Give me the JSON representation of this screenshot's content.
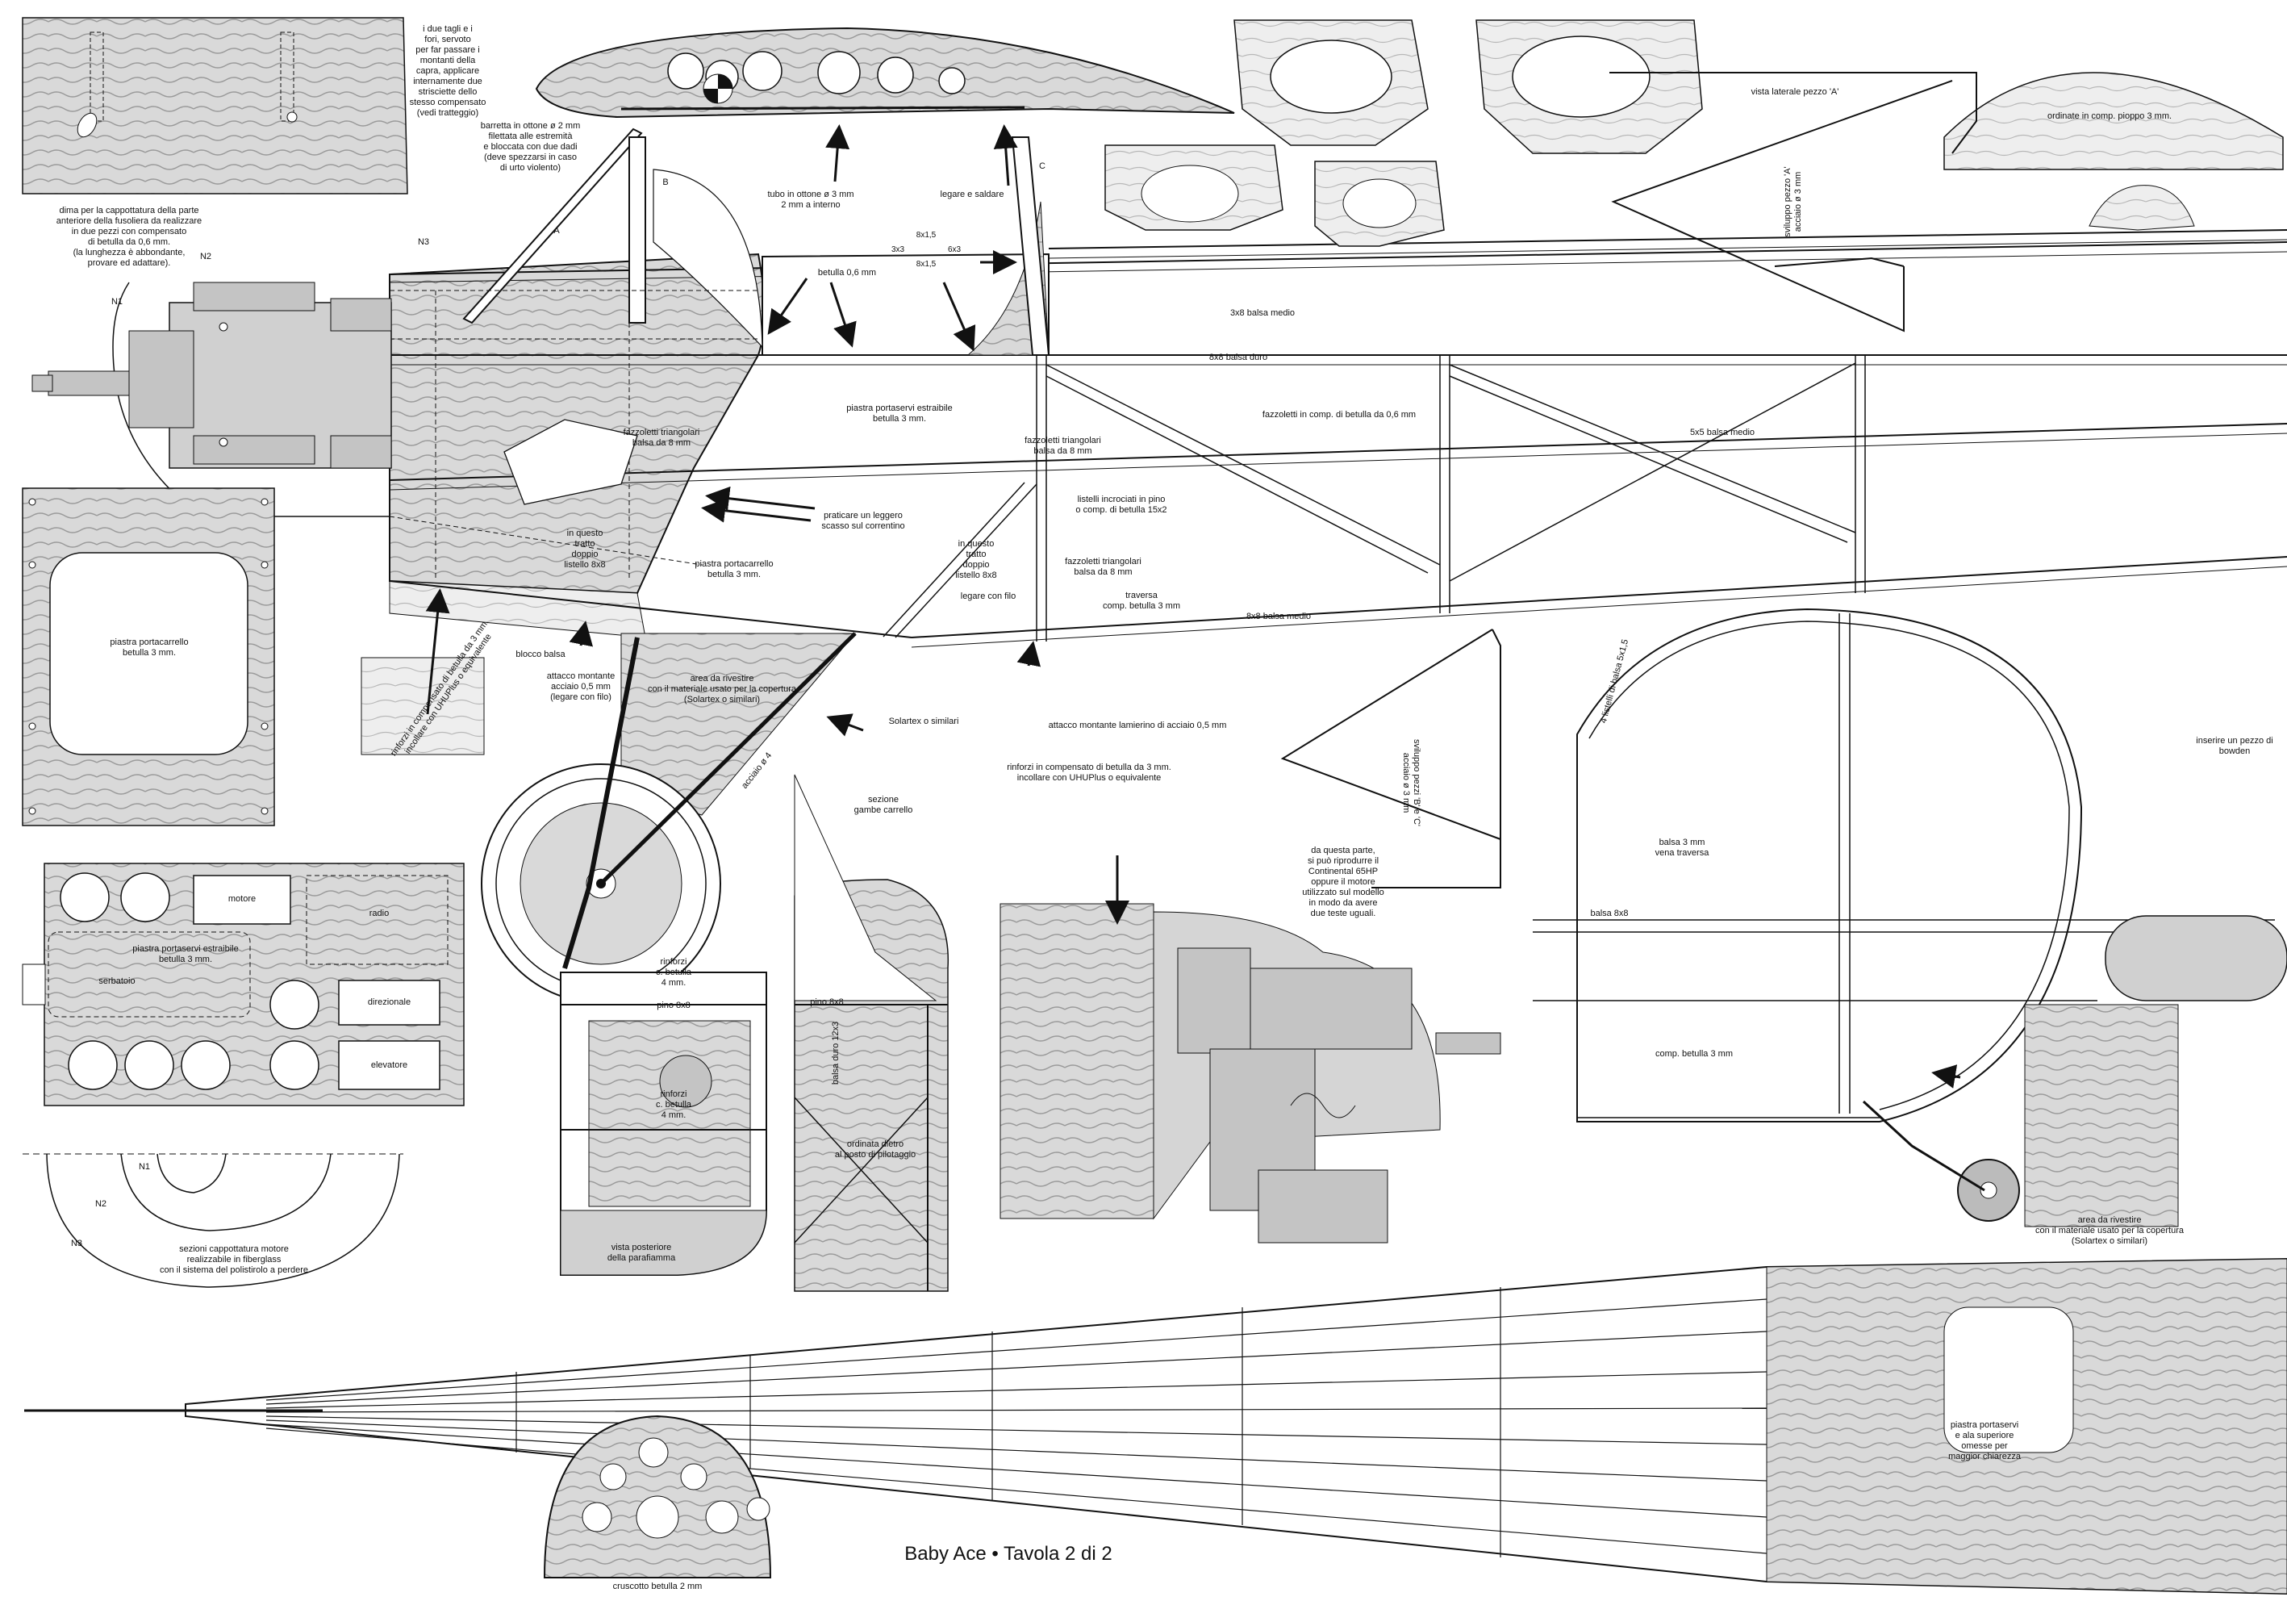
{
  "sheet": {
    "title": "Baby Ace • Tavola 2 di 2"
  },
  "labels": {
    "due_tagli": "i due tagli e i\nfori, servoto\nper far passare i\nmontanti della\ncapra, applicare\ninternamente due\nstrisciette dello\nstesso compensato\n(vedi tratteggio)",
    "dima": "dima per la cappottatura della parte\nanteriore della fusoliera da realizzare\nin due pezzi con compensato\ndi betulla da 0,6 mm.\n(la lunghezza è abbondante,\nprovare ed adattare).",
    "barretta": "barretta in ottone ø 2 mm\nfilettata alle estremità\ne bloccata con due dadi\n(deve spezzarsi in caso\ndi urto violento)",
    "tubo_ottone": "tubo in ottone ø 3 mm\n2 mm a interno",
    "legare_saldare": "legare e saldare",
    "betulla_06": "betulla 0,6 mm",
    "dim_8x15_top": "8x1,5",
    "dim_3x3": "3x3",
    "dim_6x3": "6x3",
    "dim_8x15_bottom": "8x1,5",
    "n1": "N1",
    "n2": "N2",
    "n3": "N3",
    "strut_a": "A",
    "strut_b": "B",
    "strut_c": "C",
    "balsa_3x8_medio": "3x8 balsa medio",
    "balsa_8x8_duro": "8x8 balsa duro",
    "balsa_5x5_medio": "5x5 balsa medio",
    "balsa_8x8_medio": "8x8 balsa medio",
    "fazzoletti_comp": "fazzoletti in comp. di betulla da 0,6 mm",
    "piastra_portaservi_estraibile": "piastra portaservi estraibile\nbetulla 3 mm.",
    "fazzoletti_triang_1": "fazzoletti triangolari\nbalsa da 8 mm",
    "fazzoletti_triang_2": "fazzoletti triangolari\nbalsa da 8 mm",
    "fazzoletti_triang_3": "fazzoletti triangolari\nbalsa da 8 mm",
    "listelli_incrociati": "listelli incrociati in pino\no comp. di betulla 15x2",
    "praticare_scasso": "praticare un leggero\nscasso sul correntino",
    "in_questo_tratto_1": "in questo\ntratto\ndoppio\nlistello 8x8",
    "in_questo_tratto_2": "in questo\ntratto\ndoppio\nlistello 8x8",
    "piastra_portacarrello_top": "piastra portacarrello\nbetulla 3 mm.",
    "legare_filo": "legare con filo",
    "traversa": "traversa\ncomp. betulla 3 mm",
    "blocco_balsa": "blocco balsa",
    "attacco_montante_filo": "attacco montante\nacciaio 0,5 mm\n(legare con filo)",
    "area_rivestire_1": "area da rivestire\ncon il materiale usato per la copertura\n(Solartex o similari)",
    "acciaio_4": "acciaio ø 4",
    "attacco_lamierino": "attacco montante lamierino di acciaio 0,5 mm",
    "piastra_portacarrello_left": "piastra portacarrello\nbetulla 3 mm.",
    "rinforzi_comp_diag": "rinforzi in compensato di betulla da 3 mm.\nincollare con UHUPlus o equivalente",
    "solartex": "Solartex o similari",
    "sezione_gambe": "sezione\ngambe carrello",
    "rinforzi_comp_mid": "rinforzi in compensato di betulla da 3 mm.\nincollare con UHUPlus o equivalente",
    "vista_laterale_a": "vista laterale pezzo 'A'",
    "ordinate_pioppo": "ordinate in comp. pioppo 3 mm.",
    "sviluppo_a": "sviluppo pezzo 'A'\nacciaio ø 3 mm",
    "sviluppo_bc": "sviluppo pezzi 'B' e 'C'\nacciaio ø 3 mm",
    "listelli_5x1_5": "4 listelli di balsa 5x1,5",
    "inserire_bowden": "inserire un pezzo di bowden",
    "balsa_3mm_vena": "balsa 3 mm\nvena traversa",
    "balsa_8x8": "balsa 8x8",
    "comp_betulla_3mm": "comp. betulla 3 mm",
    "da_questa_parte": "da questa parte,\nsi può riprodurre il\nContinental 65HP\noppure il motore\nutilizzato sul modello\nin modo da avere\ndue teste uguali.",
    "motore": "motore",
    "radio": "radio",
    "piastra_portaservi_estraibile_2": "piastra portaservi estraibile\nbetulla 3 mm.",
    "serbatoio": "serbatoio",
    "direzionale": "direzionale",
    "elevatore": "elevatore",
    "rinforzi_betulla_1": "rinforzi\nc. betulla\n4 mm.",
    "rinforzi_betulla_2": "rinforzi\nc. betulla\n4 mm.",
    "pino_8x8_1": "pino 8x8",
    "pino_8x8_2": "pino 8x8",
    "balsa_duro_12x3": "balsa duro 12x3",
    "ordinata_dietro": "ordinata dietro\nal posto di pilotaggio",
    "vista_posteriore": "vista posteriore\ndella parafiamma",
    "sezioni_cappottatura": "sezioni cappottatura motore\nrealizzabile in fiberglass\ncon il sistema del polistirolo a perdere",
    "sec_n1": "N1",
    "sec_n2": "N2",
    "sec_n3": "N3",
    "cruscotto": "cruscotto betulla 2 mm",
    "piastra_portaservi_omesse": "piastra portaservi\ne ala superiore\nomesse per\nmaggior chiarezza",
    "area_rivestire_2": "area da rivestire\ncon il materiale usato per la copertura\n(Solartex o similari)"
  },
  "colors": {
    "line": "#111111",
    "wood_fill": "#d9d9d9",
    "engine_fill": "#c4c4c4",
    "paper": "#ffffff"
  }
}
